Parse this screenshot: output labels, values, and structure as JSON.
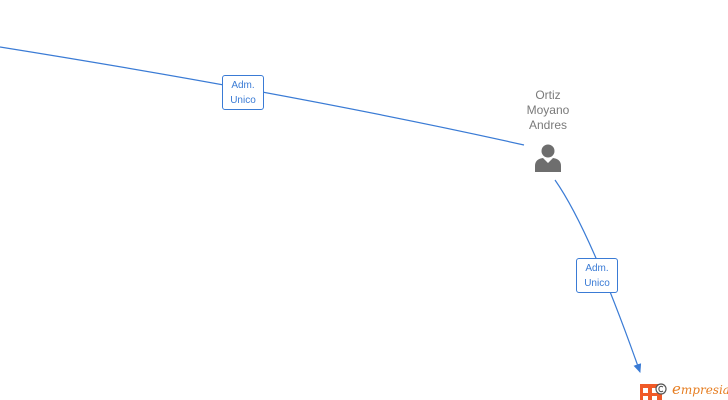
{
  "diagram": {
    "nodes": {
      "person": {
        "name_line1": "Ortiz",
        "name_line2": "Moyano",
        "name_line3": "Andres",
        "icon": "person-icon"
      },
      "company": {
        "icon": "building-icon"
      }
    },
    "edges": [
      {
        "from": "offscreen-left",
        "to": "person",
        "label_line1": "Adm.",
        "label_line2": "Unico"
      },
      {
        "from": "person",
        "to": "company",
        "label_line1": "Adm.",
        "label_line2": "Unico"
      }
    ],
    "colors": {
      "edge": "#3a7bd5",
      "node_text": "#7a7a7a",
      "icon": "#6e6e6e",
      "brand": "#e67e22"
    }
  },
  "brand": {
    "text": "mpresia",
    "initial": "e"
  }
}
